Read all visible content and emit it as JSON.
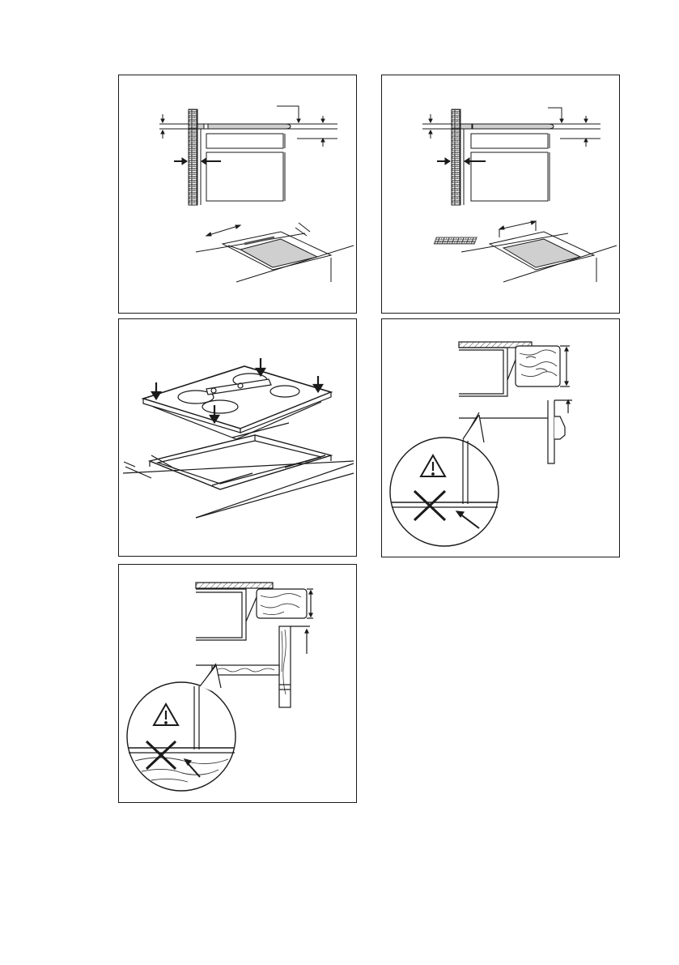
{
  "figures": [
    {
      "icon": "worktop-cutout-dimensions-diagram"
    },
    {
      "icon": "worktop-cutout-rear-dimensions-diagram"
    },
    {
      "icon": "hob-mounting-into-worktop-diagram"
    },
    {
      "icon": "hob-above-drawer-clearance-diagram",
      "warning": "warning-triangle-icon"
    },
    {
      "icon": "hob-above-shelf-clearance-diagram",
      "warning": "warning-triangle-icon"
    }
  ],
  "colors": {
    "line": "#1a1a1a",
    "fill_grey": "#cfcfcf",
    "hatch": "#555555"
  }
}
